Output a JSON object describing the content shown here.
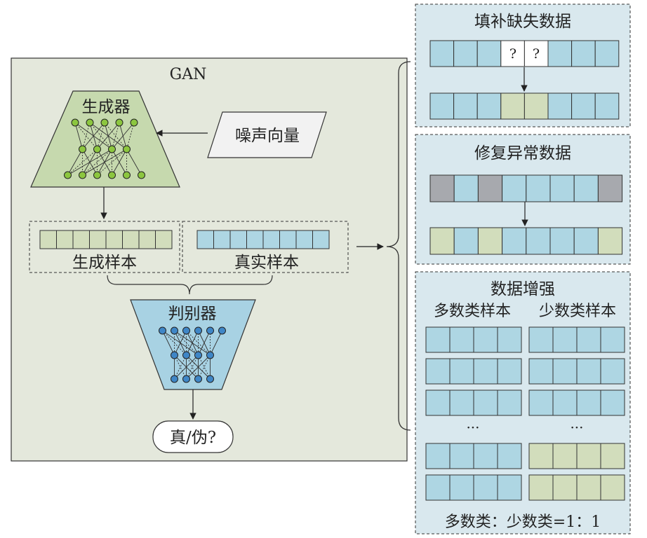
{
  "gan": {
    "title": "GAN",
    "generator_label": "生成器",
    "noise_label": "噪声向量",
    "generated_sample_label": "生成样本",
    "real_sample_label": "真实样本",
    "discriminator_label": "判别器",
    "output_label": "真/伪?"
  },
  "panels": {
    "fill_missing": {
      "title": "填补缺失数据",
      "missing_marks": [
        "?",
        "?"
      ]
    },
    "repair_abnormal": {
      "title": "修复异常数据"
    },
    "augmentation": {
      "title": "数据增强",
      "majority_label": "多数类样本",
      "minority_label": "少数类样本",
      "ellipsis_left": "···",
      "ellipsis_right": "···",
      "ratio_label": "多数类：少数类=1：1"
    }
  },
  "colors": {
    "blue_cell": "#aed6e3",
    "green_cell": "#d2ddbc",
    "gray_cell": "#a7a9ae",
    "gan_panel": "#e4e8dc",
    "right_panel": "#d9e8ee",
    "generator_fill": "#c6d9ae",
    "discriminator_fill": "#a8d2e3",
    "gen_node": "#8cc63f",
    "disc_node": "#3f86c6"
  }
}
